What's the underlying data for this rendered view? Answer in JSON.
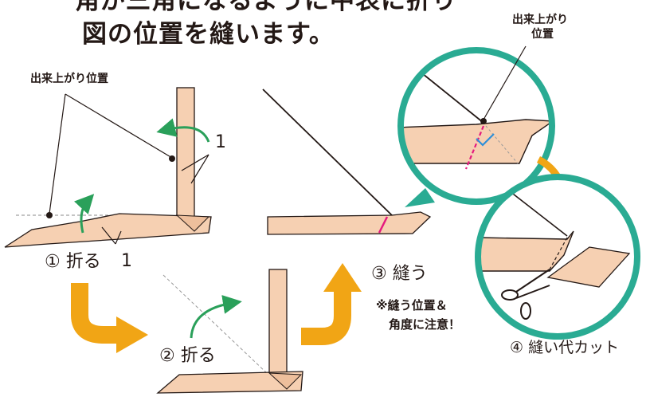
{
  "heading": {
    "line1": "角が三角になるように中表に折り",
    "line2": "図の位置を縫います。"
  },
  "labels": {
    "finished_position_left": "出来上がり位置",
    "finished_position_right_line1": "出来上がり",
    "finished_position_right_line2": "位置",
    "marker_1_top": "1",
    "marker_1_bottom": "1"
  },
  "steps": [
    {
      "number": "①",
      "text": "折る"
    },
    {
      "number": "②",
      "text": "折る"
    },
    {
      "number": "③",
      "text": "縫う"
    },
    {
      "number": "④",
      "text": "縫い代カット"
    }
  ],
  "note": {
    "line1": "※縫う位置＆",
    "line2": "角度に注意！"
  },
  "colors": {
    "tape_fill": "#f6d0b2",
    "outline": "#231815",
    "arrow_green": "#2aa05a",
    "circle_teal": "#2aab93",
    "arrow_orange": "#f1a515",
    "stitch_magenta": "#e5197e",
    "corner_blue": "#2f8fd8"
  },
  "icons": [
    "scissors-icon",
    "curved-arrow-icon",
    "fold-arrow-icon"
  ]
}
